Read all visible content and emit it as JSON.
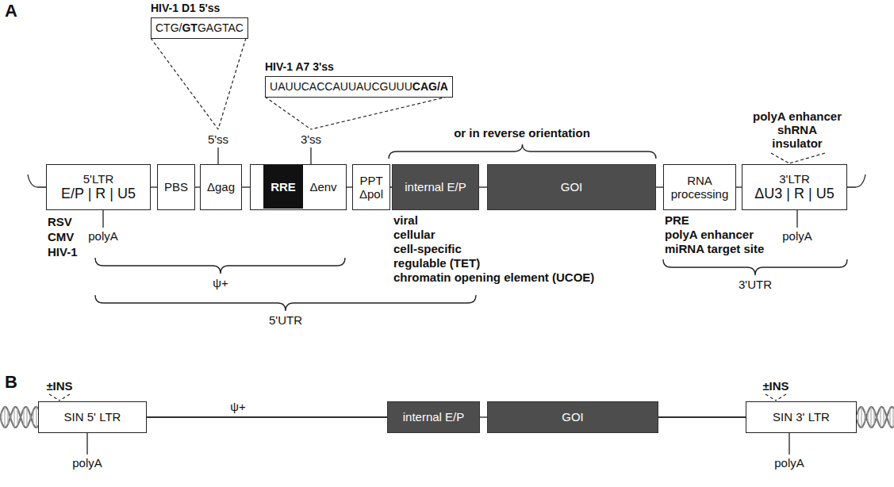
{
  "diagram": {
    "nodes": [
      {
        "text": [
          "HIV-1 D1 5'ss",
          "CTG/GTGAGTAC"
        ]
      },
      {
        "text": [
          "HIV-1 A7 3'ss",
          "UAUUCACCAUUAUCGUUUCAG/A"
        ]
      },
      {
        "text": [
          "5'LTR",
          "E/P | R | U5"
        ]
      },
      {
        "text": [
          "PBS"
        ]
      },
      {
        "text": [
          "Δgag"
        ]
      },
      {
        "text": [
          "Δenv"
        ]
      },
      {
        "text": [
          "RRE"
        ],
        "in": 5
      },
      {
        "text": [
          "PPT Δpol"
        ]
      },
      {
        "text": [
          "internal E/P"
        ]
      },
      {
        "text": [
          "GOI"
        ]
      },
      {
        "text": [
          "RNA processing"
        ]
      },
      {
        "text": [
          "3'LTR",
          "ΔU3 | R | U5"
        ]
      },
      {
        "text": [
          "SIN 5' LTR"
        ]
      },
      {
        "text": [
          "internal E/P"
        ]
      },
      {
        "text": [
          "GOI"
        ]
      },
      {
        "text": [
          "SIN 3' LTR"
        ]
      }
    ],
    "edges": [
      {
        "from": 2,
        "to": 3,
        "arrow": "none"
      },
      {
        "from": 3,
        "to": 4,
        "arrow": "none"
      },
      {
        "from": 4,
        "to": 5,
        "arrow": "none"
      },
      {
        "from": 5,
        "to": 7,
        "arrow": "none"
      },
      {
        "from": 7,
        "to": 8,
        "arrow": "none"
      },
      {
        "from": 8,
        "to": 9,
        "arrow": "none"
      },
      {
        "from": 9,
        "to": 10,
        "arrow": "none"
      },
      {
        "from": 10,
        "to": 11,
        "arrow": "none"
      },
      {
        "from": 12,
        "to": 13,
        "arrow": "none"
      },
      {
        "from": 13,
        "to": 14,
        "arrow": "none"
      },
      {
        "from": 14,
        "to": 15,
        "arrow": "none"
      }
    ],
    "labels": [
      "A",
      "B",
      "5'ss",
      "3'ss",
      "or in reverse orientation",
      "polyA enhancer",
      "shRNA",
      "insulator",
      "RSV",
      "CMV",
      "HIV-1",
      "polyA",
      "viral",
      "cellular",
      "cell-specific",
      "regulable (TET)",
      "chromatin opening element (UCOE)",
      "PRE",
      "polyA enhancer",
      "miRNA target site",
      "polyA",
      "ψ+",
      "5'UTR",
      "3'UTR",
      "±INS",
      "ψ+",
      "±INS",
      "polyA",
      "polyA"
    ]
  }
}
